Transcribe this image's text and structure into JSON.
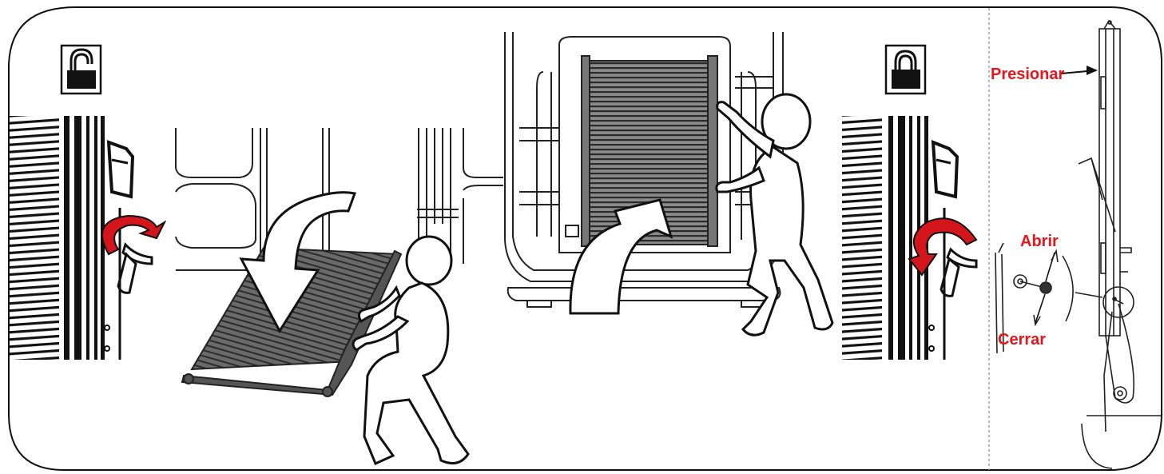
{
  "labels": {
    "press": "Presionar",
    "open": "Abrir",
    "close": "Cerrar"
  },
  "icons": {
    "unlocked": "padlock-open-icon",
    "locked": "padlock-closed-icon",
    "rotate_open": "curved-arrow-icon",
    "rotate_close": "curved-arrow-icon",
    "lower_ramp": "curved-arrow-icon",
    "raise_ramp": "curved-arrow-icon"
  },
  "colors": {
    "label": "#e8161b",
    "arrow_red": "#d3161c",
    "line": "#111111",
    "ramp": "#5b5b5b",
    "divider": "#9a9a9a"
  }
}
